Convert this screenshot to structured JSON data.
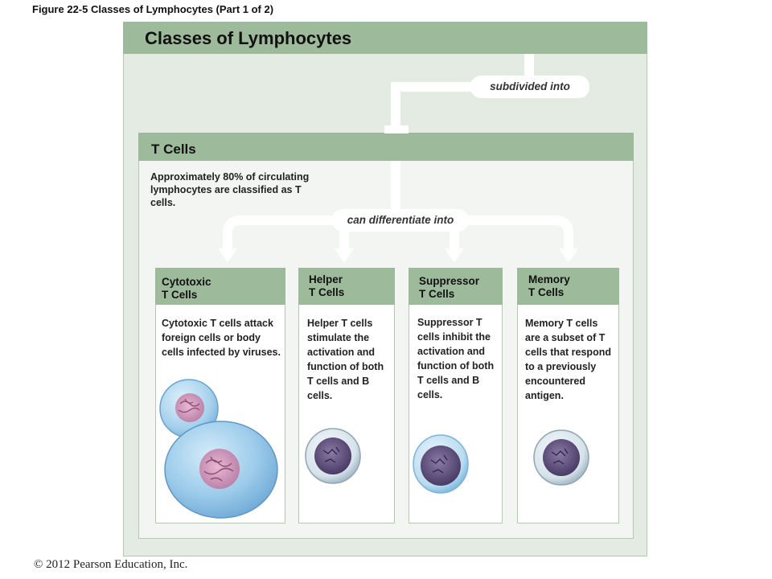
{
  "figure_caption": "Figure 22-5  Classes of Lymphocytes (Part 1 of 2)",
  "main_title": "Classes of Lymphocytes",
  "subdivided_label": "subdivided into",
  "tcells": {
    "title": "T Cells",
    "description": "Approximately 80% of circulating lymphocytes are classified as T cells."
  },
  "differentiate_label": "can differentiate into",
  "classes": [
    {
      "title_line1": "Cytotoxic",
      "title_line2": "T Cells",
      "description": "Cytotoxic T cells attack foreign cells or body cells infected by viruses."
    },
    {
      "title_line1": "Helper",
      "title_line2": "T Cells",
      "description": "Helper T cells stimulate the activation and function of both T cells and B cells."
    },
    {
      "title_line1": "Suppressor",
      "title_line2": "T Cells",
      "description": "Suppressor T cells inhibit the activation and function of both T cells and B cells."
    },
    {
      "title_line1": "Memory",
      "title_line2": "T Cells",
      "description": "Memory T cells are a subset of T cells that respond to a previously encountered antigen."
    }
  ],
  "copyright": "© 2012 Pearson Education, Inc.",
  "colors": {
    "panel_header": "#9dbb9b",
    "panel_background": "#e4ebe3",
    "connector": "#ffffff",
    "cytoplasm_blue": "#8fc3e6",
    "nucleus_purple": "#5a4a78"
  }
}
